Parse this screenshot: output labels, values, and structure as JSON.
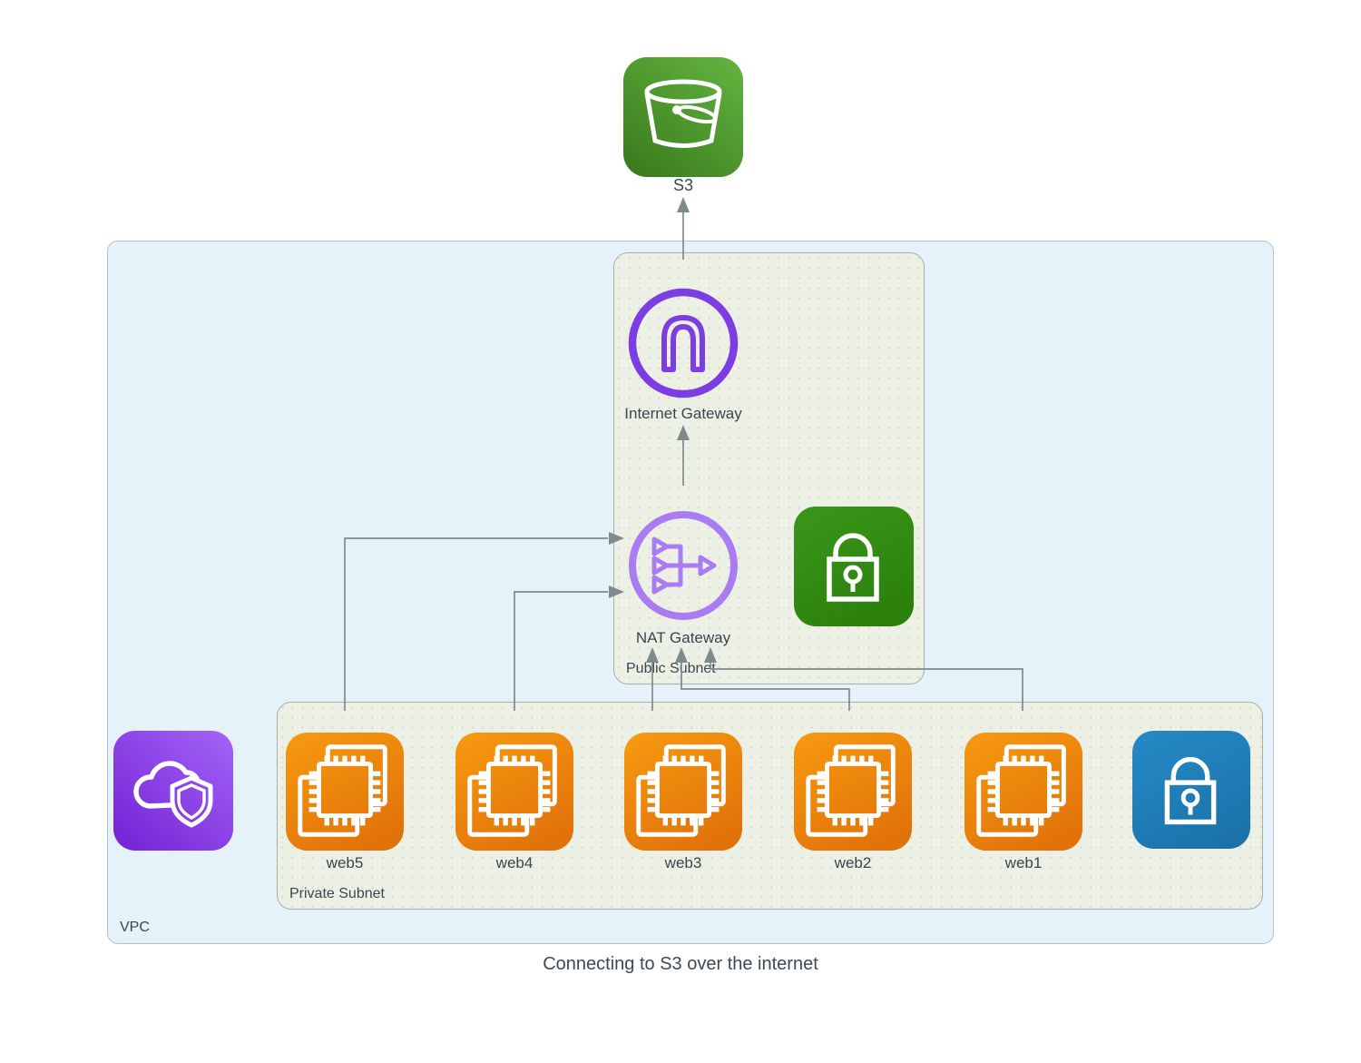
{
  "caption": "Connecting to S3 over the internet",
  "s3": {
    "label": "S3",
    "icon": "s3-bucket-icon"
  },
  "vpc": {
    "label": "VPC"
  },
  "public_subnet": {
    "label": "Public Subnet"
  },
  "internet_gateway": {
    "label": "Internet Gateway",
    "icon": "internet-gateway-icon"
  },
  "nat_gateway": {
    "label": "NAT Gateway",
    "icon": "nat-gateway-icon"
  },
  "private_subnet": {
    "label": "Private Subnet",
    "instances": [
      {
        "label": "web5",
        "icon": "ec2-instance-icon"
      },
      {
        "label": "web4",
        "icon": "ec2-instance-icon"
      },
      {
        "label": "web3",
        "icon": "ec2-instance-icon"
      },
      {
        "label": "web2",
        "icon": "ec2-instance-icon"
      },
      {
        "label": "web1",
        "icon": "ec2-instance-icon"
      }
    ]
  },
  "unlabeled_icons": [
    {
      "icon": "cloud-shield-icon",
      "area": "vpc-left"
    },
    {
      "icon": "security-lock-green-icon",
      "area": "public-subnet"
    },
    {
      "icon": "security-lock-blue-icon",
      "area": "private-subnet"
    }
  ],
  "connections": [
    {
      "from": "internet-gateway",
      "to": "s3"
    },
    {
      "from": "nat-gateway",
      "to": "internet-gateway"
    },
    {
      "from": "web5",
      "to": "nat-gateway",
      "entry": "left-upper"
    },
    {
      "from": "web4",
      "to": "nat-gateway",
      "entry": "left-lower"
    },
    {
      "from": "web3",
      "to": "nat-gateway",
      "entry": "bottom-1"
    },
    {
      "from": "web2",
      "to": "nat-gateway",
      "entry": "bottom-2"
    },
    {
      "from": "web1",
      "to": "nat-gateway",
      "entry": "bottom-3"
    }
  ],
  "colors": {
    "vpc_fill": "#E6F2FA",
    "vpc_border": "#AFC3CF",
    "subnet_fill": "#EDF1E5",
    "subnet_border": "#A8AFA9",
    "arrow": "#7E8A8C",
    "label_text": "#3A4750",
    "s3_green_light": "#5FAE3C",
    "s3_green_dark": "#3C7E1F",
    "ec2_orange_light": "#F6980F",
    "ec2_orange_dark": "#E1720A",
    "lock_green_light": "#389519",
    "lock_green_dark": "#2B7F0C",
    "lock_blue_light": "#2488C4",
    "lock_blue_dark": "#1B72A9",
    "shield_purple_light": "#A05EF5",
    "shield_purple_dark": "#7627D6",
    "igw_purple": "#7C3DE3",
    "nat_purple": "#A97CF2"
  }
}
